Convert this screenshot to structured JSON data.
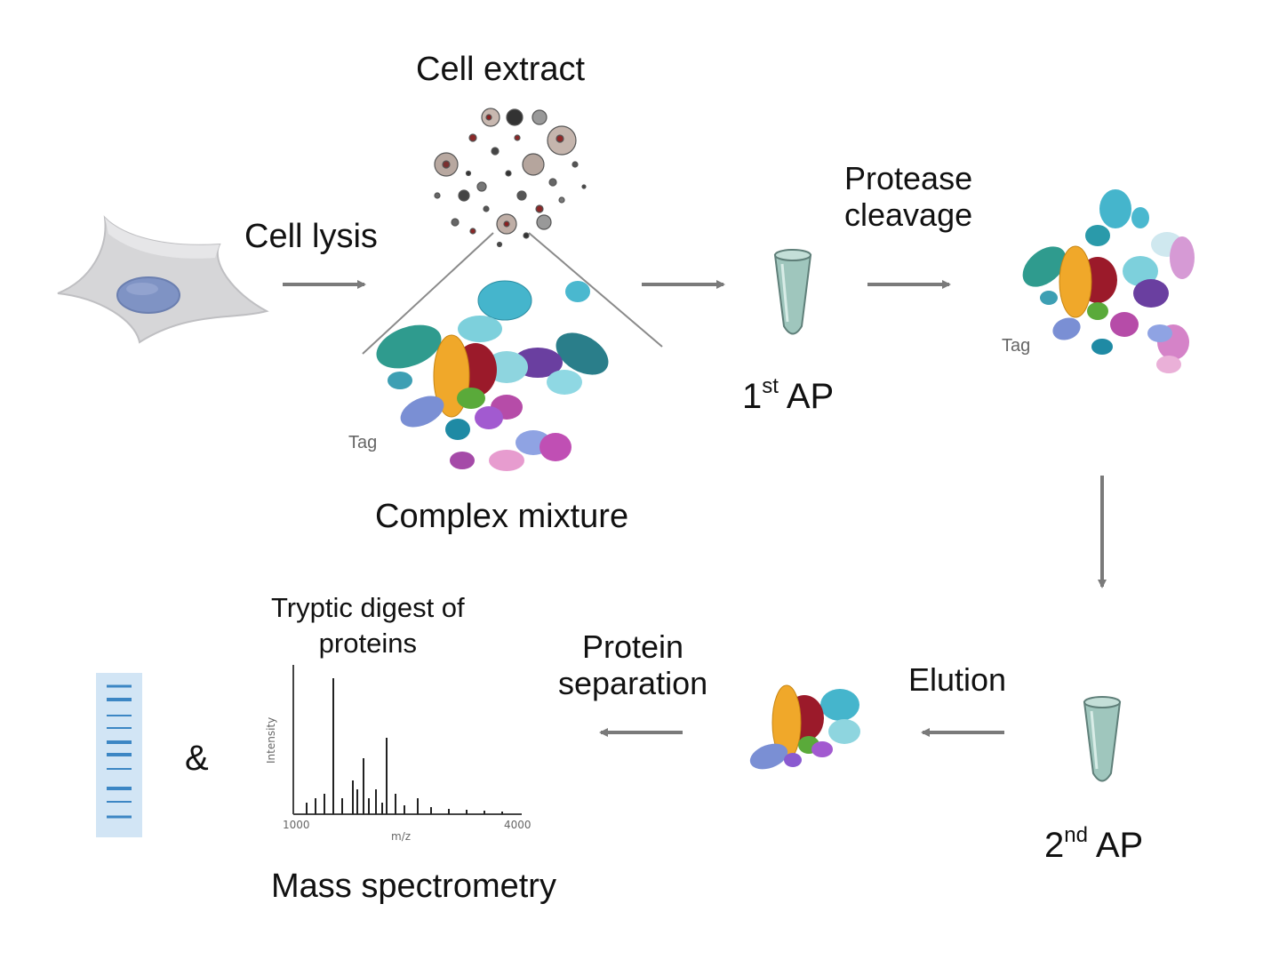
{
  "labels": {
    "cell_extract": "Cell extract",
    "cell_lysis": "Cell lysis",
    "complex_mixture": "Complex mixture",
    "tag": "Tag",
    "protease_cleavage_line1": "Protease",
    "protease_cleavage_line2": "cleavage",
    "first_ap_num": "1",
    "first_ap_sup": "st",
    "first_ap_text": " AP",
    "second_ap_num": "2",
    "second_ap_sup": "nd",
    "second_ap_text": " AP",
    "elution": "Elution",
    "protein_separation_line1": "Protein",
    "protein_separation_line2": "separation",
    "tryptic_line1": "Tryptic digest of",
    "tryptic_line2": "proteins",
    "ampersand": "&",
    "mass_spectrometry": "Mass spectrometry"
  },
  "spectrum": {
    "ylabel": "Intensity",
    "xlabel": "m/z",
    "x_min_label": "1000",
    "x_max_label": "4000"
  },
  "colors": {
    "arrow": "#7a7a7a",
    "cell_body": "#d6d6d8",
    "nucleus": "#7f93c4",
    "tube": "#9fc6bd",
    "gel_lane": "#d2e5f5",
    "gel_band": "#3c86c4"
  }
}
